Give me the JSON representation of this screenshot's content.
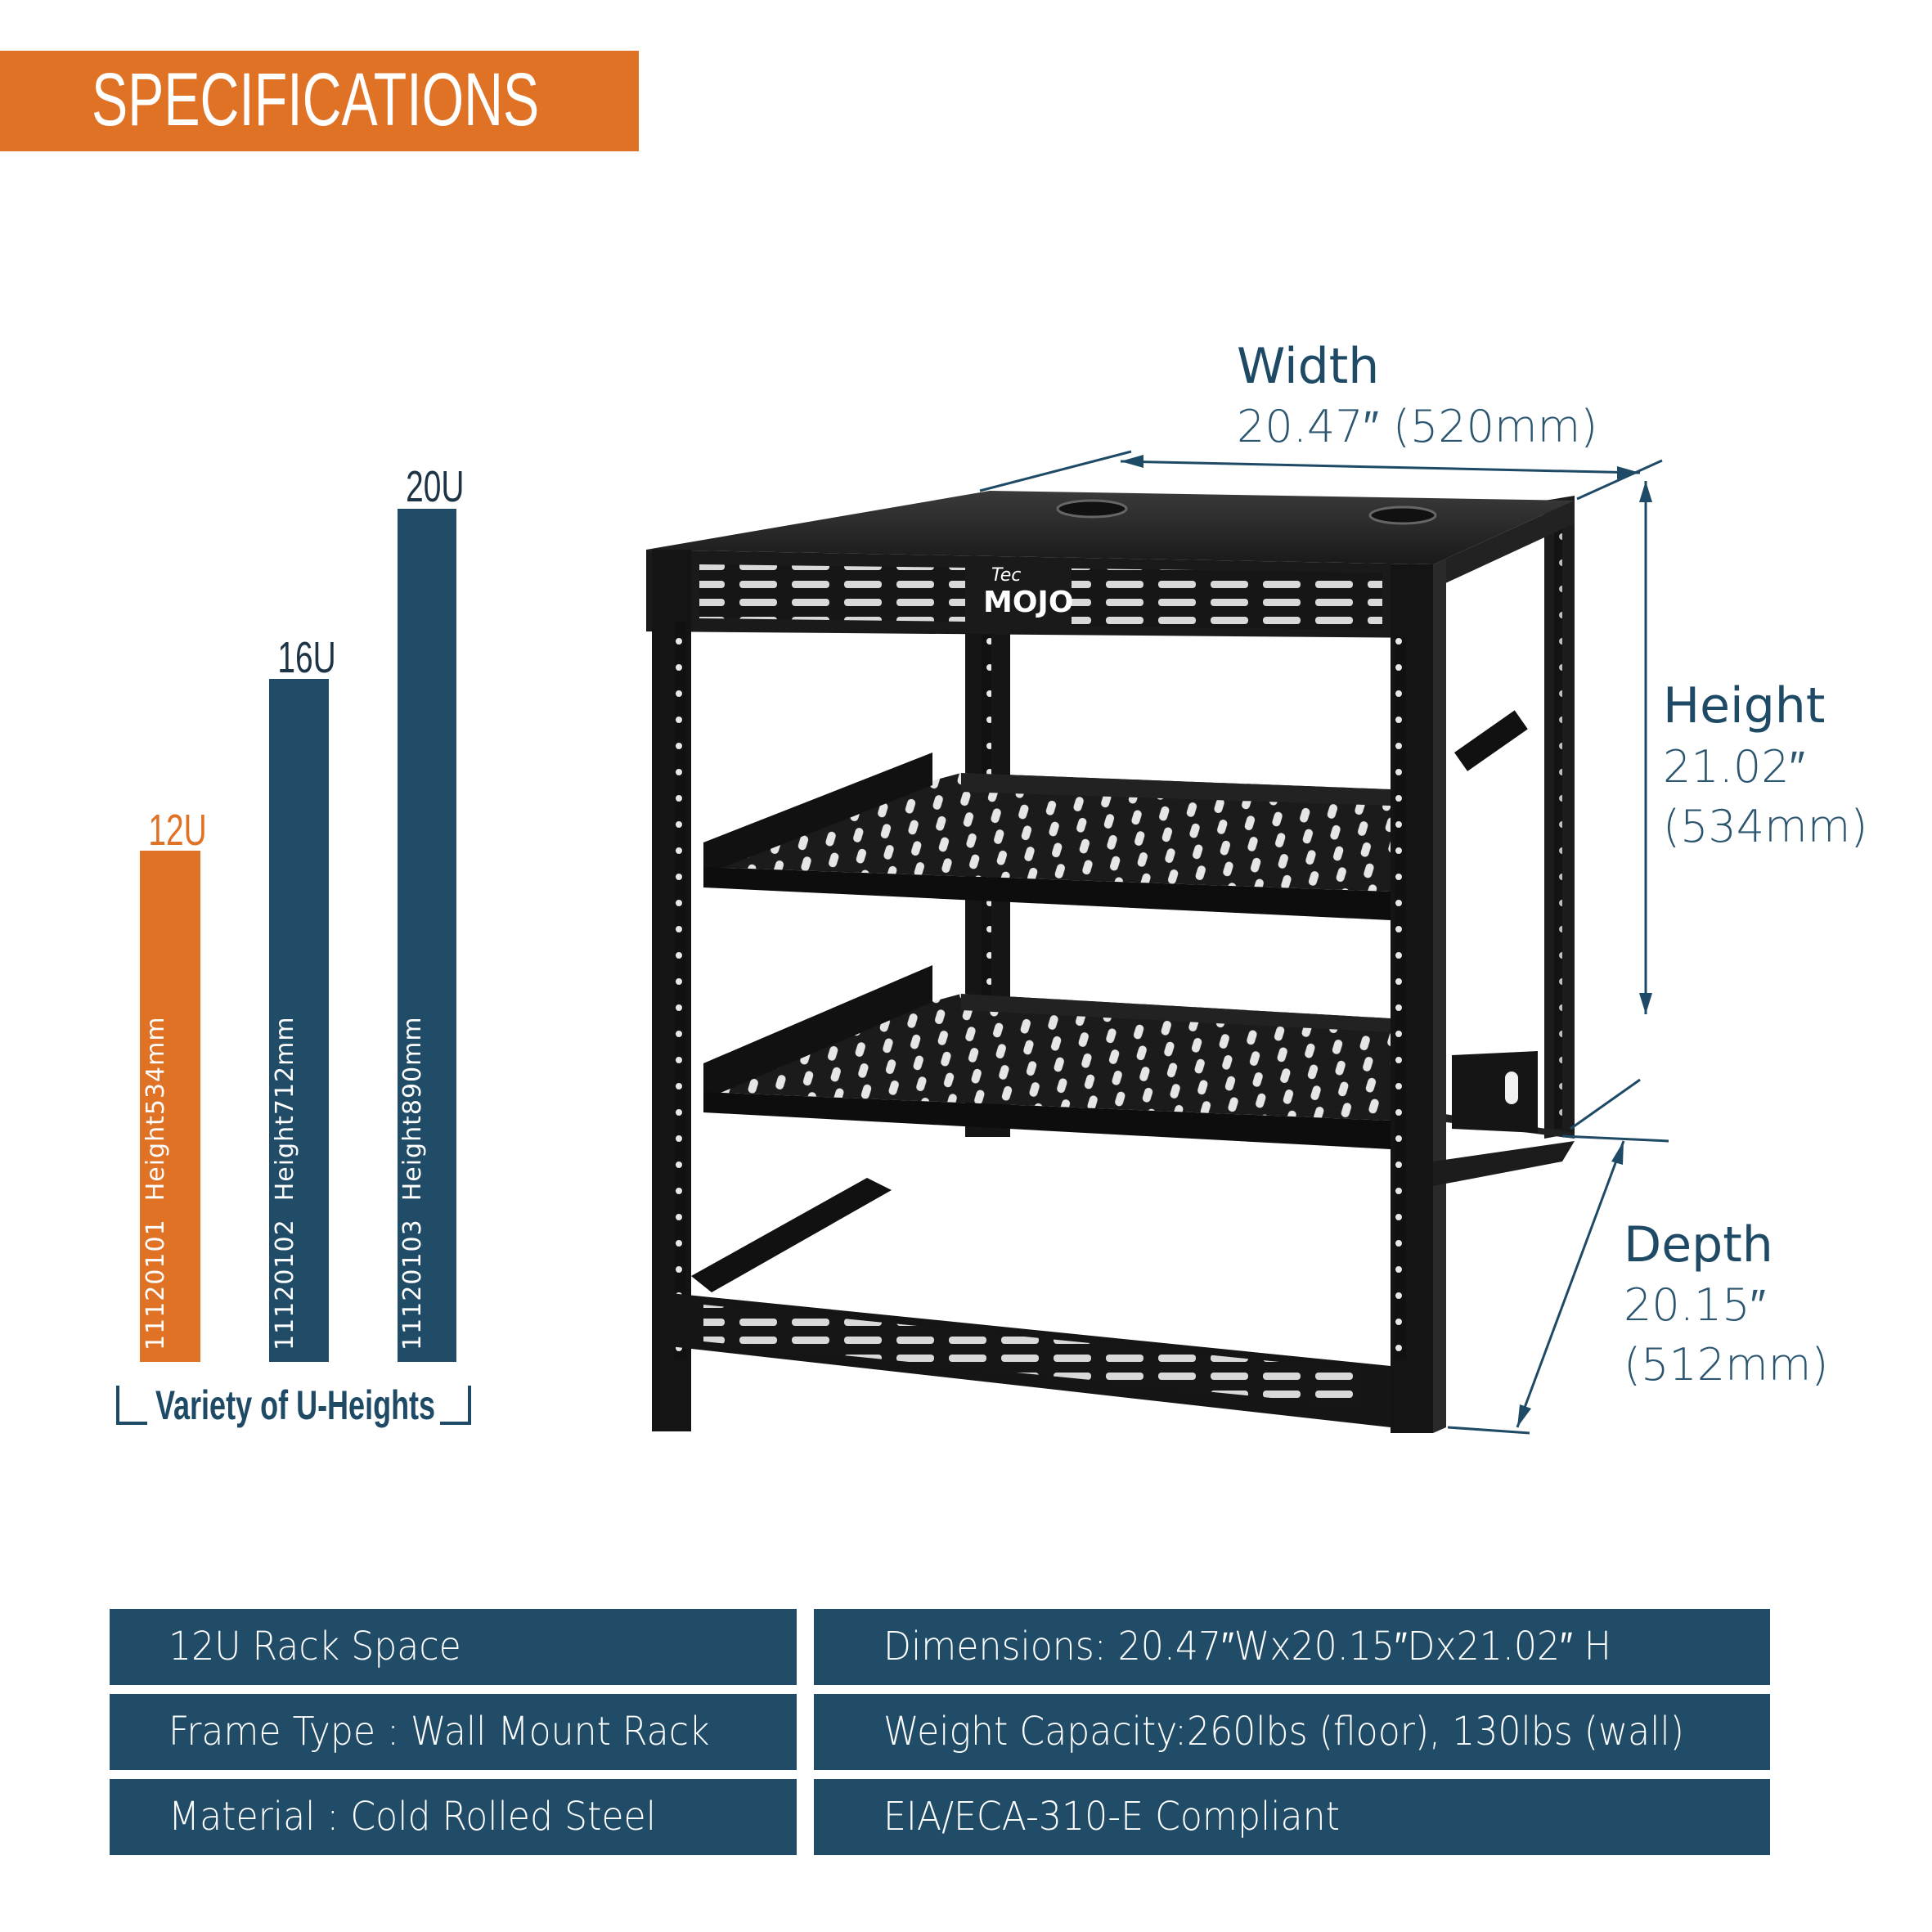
{
  "header": {
    "title": "SPECIFICATIONS",
    "color": "#e07226"
  },
  "u_heights": {
    "caption": "Variety of U-Heights",
    "bars": [
      {
        "label": "12U",
        "model": "11120101",
        "height_text": "Height534mm",
        "color": "#e07226"
      },
      {
        "label": "16U",
        "model": "11120102",
        "height_text": "Height712mm",
        "color": "#214c68"
      },
      {
        "label": "20U",
        "model": "11120103",
        "height_text": "Height890mm",
        "color": "#214c68"
      }
    ]
  },
  "product": {
    "brand_small": "Tec",
    "brand_large": "MOJO"
  },
  "dimensions": {
    "width": {
      "title": "Width",
      "value": "20.47″ (520mm)"
    },
    "height": {
      "title": "Height",
      "value_inch": "21.02″",
      "value_mm": "(534mm)"
    },
    "depth": {
      "title": "Depth",
      "value_inch": "20.15″",
      "value_mm": "(512mm)"
    }
  },
  "specs": {
    "left": [
      "12U Rack Space",
      "Frame Type : Wall Mount Rack",
      "Material : Cold Rolled Steel"
    ],
    "right": [
      "Dimensions: 20.47″Wx20.15″Dx21.02″ H",
      "Weight Capacity:260lbs (floor), 130lbs (wall)",
      "EIA/ECA-310-E Compliant"
    ]
  },
  "colors": {
    "accent": "#e07226",
    "navy": "#214c68",
    "text_navy": "#1f4a66"
  }
}
